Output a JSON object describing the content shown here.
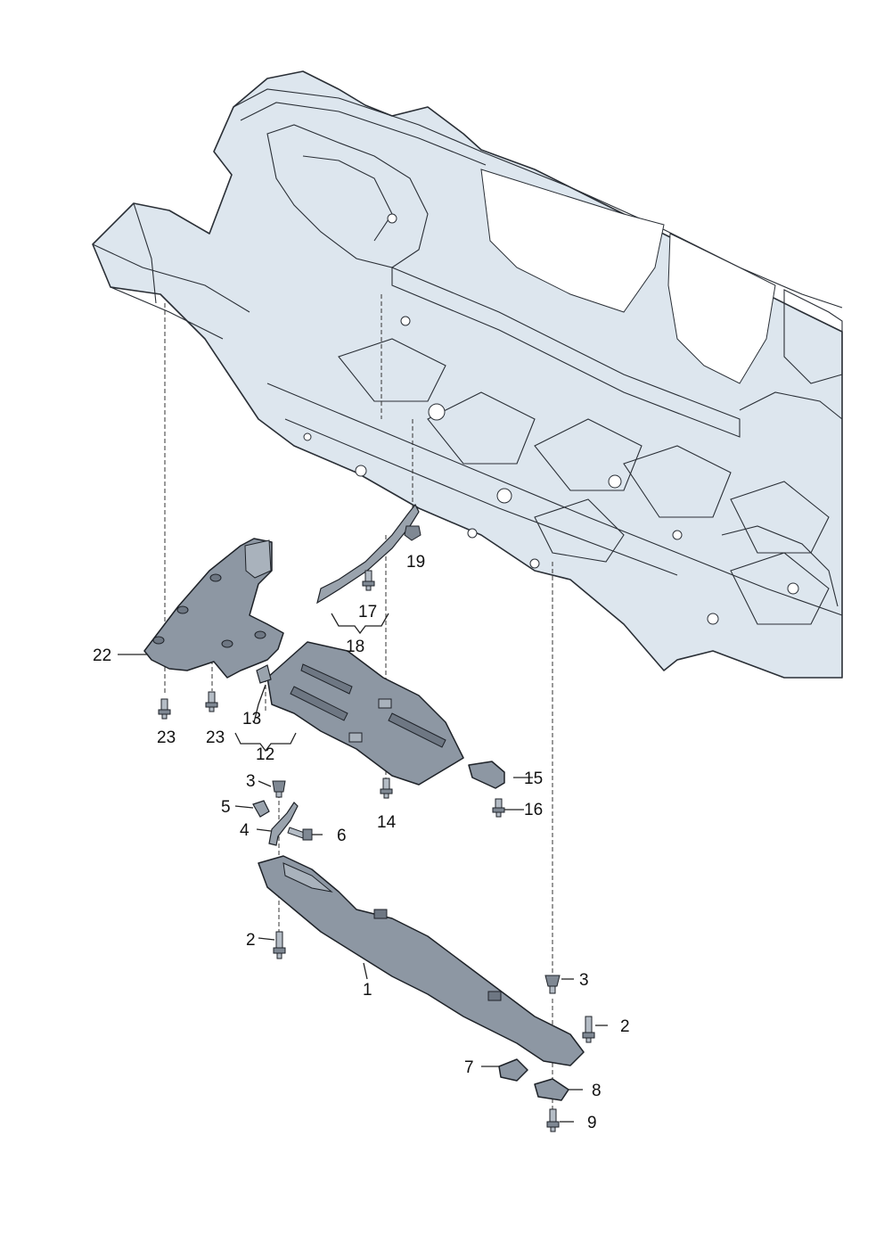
{
  "parts": [
    {
      "id": "label-1",
      "text": "1"
    },
    {
      "id": "label-2a",
      "text": "2"
    },
    {
      "id": "label-2b",
      "text": "2"
    },
    {
      "id": "label-3a",
      "text": "3"
    },
    {
      "id": "label-3b",
      "text": "3"
    },
    {
      "id": "label-4",
      "text": "4"
    },
    {
      "id": "label-5",
      "text": "5"
    },
    {
      "id": "label-6",
      "text": "6"
    },
    {
      "id": "label-7",
      "text": "7"
    },
    {
      "id": "label-8",
      "text": "8"
    },
    {
      "id": "label-9",
      "text": "9"
    },
    {
      "id": "label-12",
      "text": "12"
    },
    {
      "id": "label-13",
      "text": "13"
    },
    {
      "id": "label-14",
      "text": "14"
    },
    {
      "id": "label-15",
      "text": "15"
    },
    {
      "id": "label-16",
      "text": "16"
    },
    {
      "id": "label-17",
      "text": "17"
    },
    {
      "id": "label-18",
      "text": "18"
    },
    {
      "id": "label-19",
      "text": "19"
    },
    {
      "id": "label-22",
      "text": "22"
    },
    {
      "id": "label-23a",
      "text": "23"
    },
    {
      "id": "label-23b",
      "text": "23"
    }
  ],
  "colors": {
    "body": "#dde6ee",
    "panel": "#8d97a3",
    "outline": "#2a2f36"
  }
}
